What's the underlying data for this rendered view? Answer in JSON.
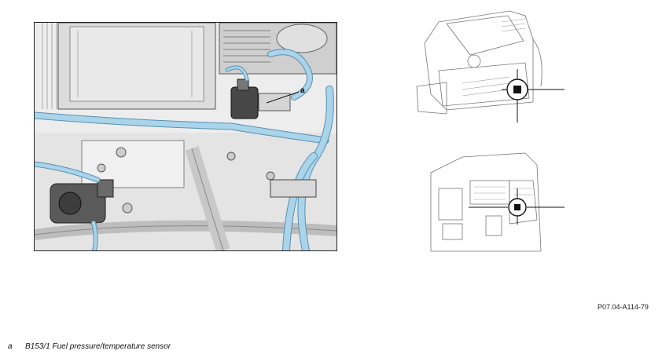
{
  "figure": {
    "code": "P07.04-A114-79",
    "callout_letter": "a"
  },
  "legend": [
    {
      "key": "a",
      "text": "B153/1 Fuel pressure/temperature sensor"
    }
  ],
  "colors": {
    "coolant_hose": "#a9d4ea",
    "hose_outline": "#5a8fb0",
    "metal_light": "#e6e6e6",
    "metal_mid": "#bdbdbd",
    "metal_dark": "#4a4a4a",
    "line_art": "#777777"
  }
}
